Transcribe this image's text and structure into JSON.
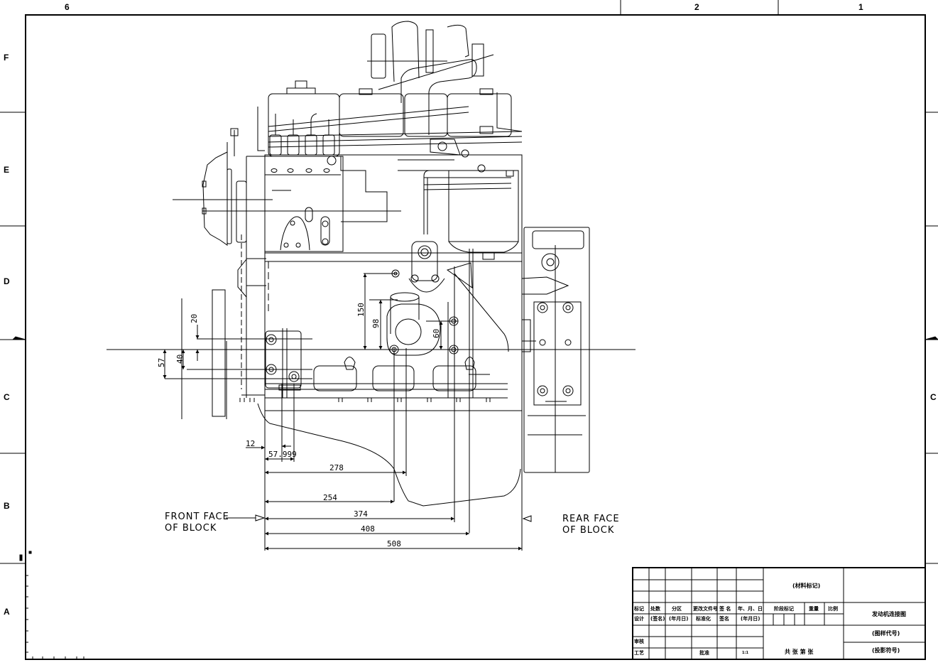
{
  "sheet": {
    "border_color": "#000000",
    "line_color": "#000000",
    "background": "#ffffff"
  },
  "zones": {
    "top": [
      "6",
      "2",
      "1"
    ],
    "left": [
      "F",
      "E",
      "D",
      "C",
      "B",
      "A"
    ],
    "right": [
      "C"
    ]
  },
  "drawing": {
    "title": "Engine installation drawing — side elevation",
    "front_face_label": "FRONT FACE\nOF BLOCK",
    "front_face_line1": "FRONT FACE",
    "front_face_line2": "OF BLOCK",
    "rear_face_line1": "REAR FACE",
    "rear_face_line2": "OF BLOCK"
  },
  "dimensions": {
    "vertical": [
      {
        "id": "d20",
        "value": "20"
      },
      {
        "id": "d40",
        "value": "40"
      },
      {
        "id": "d57",
        "value": "57"
      },
      {
        "id": "d150",
        "value": "150"
      },
      {
        "id": "d98",
        "value": "98"
      },
      {
        "id": "d60",
        "value": "60"
      }
    ],
    "horizontal": [
      {
        "id": "d12",
        "value": "12"
      },
      {
        "id": "d57999",
        "value": "57.999"
      },
      {
        "id": "d278",
        "value": "278"
      },
      {
        "id": "d254",
        "value": "254"
      },
      {
        "id": "d374",
        "value": "374"
      },
      {
        "id": "d408",
        "value": "408"
      },
      {
        "id": "d508",
        "value": "508"
      }
    ]
  },
  "title_block": {
    "material_mark": "(材料标记)",
    "drawing_name": "发动机连接图",
    "drawing_code": "(图样代号)",
    "projection_symbol": "(投影符号)",
    "sheets": "共 张 第 张",
    "stage_mark": "阶段标记",
    "weight": "重量",
    "scale": "比例",
    "row_headers": {
      "mark": "标记",
      "count": "处数",
      "zone": "分区",
      "change_doc": "更改文件号",
      "signature": "签 名",
      "date": "年、月、日",
      "design": "设计",
      "signed_name": "(签名)",
      "ymd": "(年月日)",
      "standardization": "标准化",
      "sign2": "签名",
      "ymd2": "(年月日)",
      "review": "审核",
      "process": "工艺",
      "approve": "批准",
      "scale_val": "1:1"
    }
  }
}
